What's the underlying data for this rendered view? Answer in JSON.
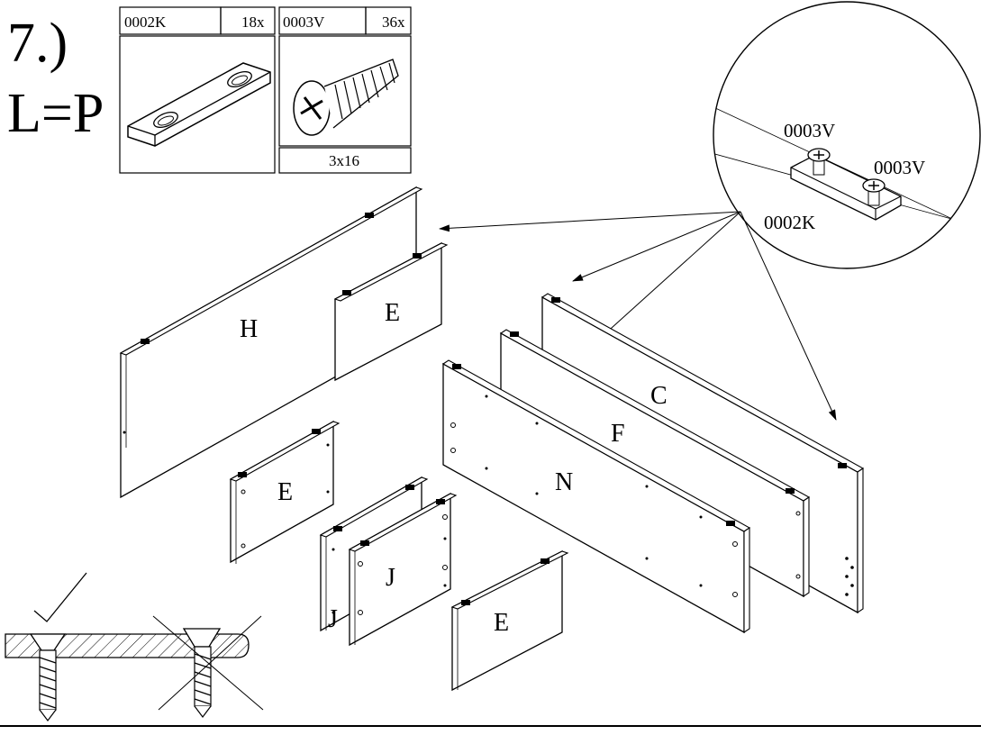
{
  "step": {
    "number": "7.)",
    "rule": "L=P"
  },
  "parts_table": [
    {
      "code": "0002K",
      "qty": "18x",
      "size": ""
    },
    {
      "code": "0003V",
      "qty": "36x",
      "size": "3x16"
    }
  ],
  "detail_callout": {
    "screw_a": "0003V",
    "screw_b": "0003V",
    "bracket": "0002K"
  },
  "panels": {
    "H": "H",
    "E_top": "E",
    "C": "C",
    "F": "F",
    "N": "N",
    "E_mid": "E",
    "J_back": "J",
    "J_front": "J",
    "E_bottom": "E"
  },
  "colors": {
    "ink": "#000000",
    "background": "#ffffff"
  }
}
